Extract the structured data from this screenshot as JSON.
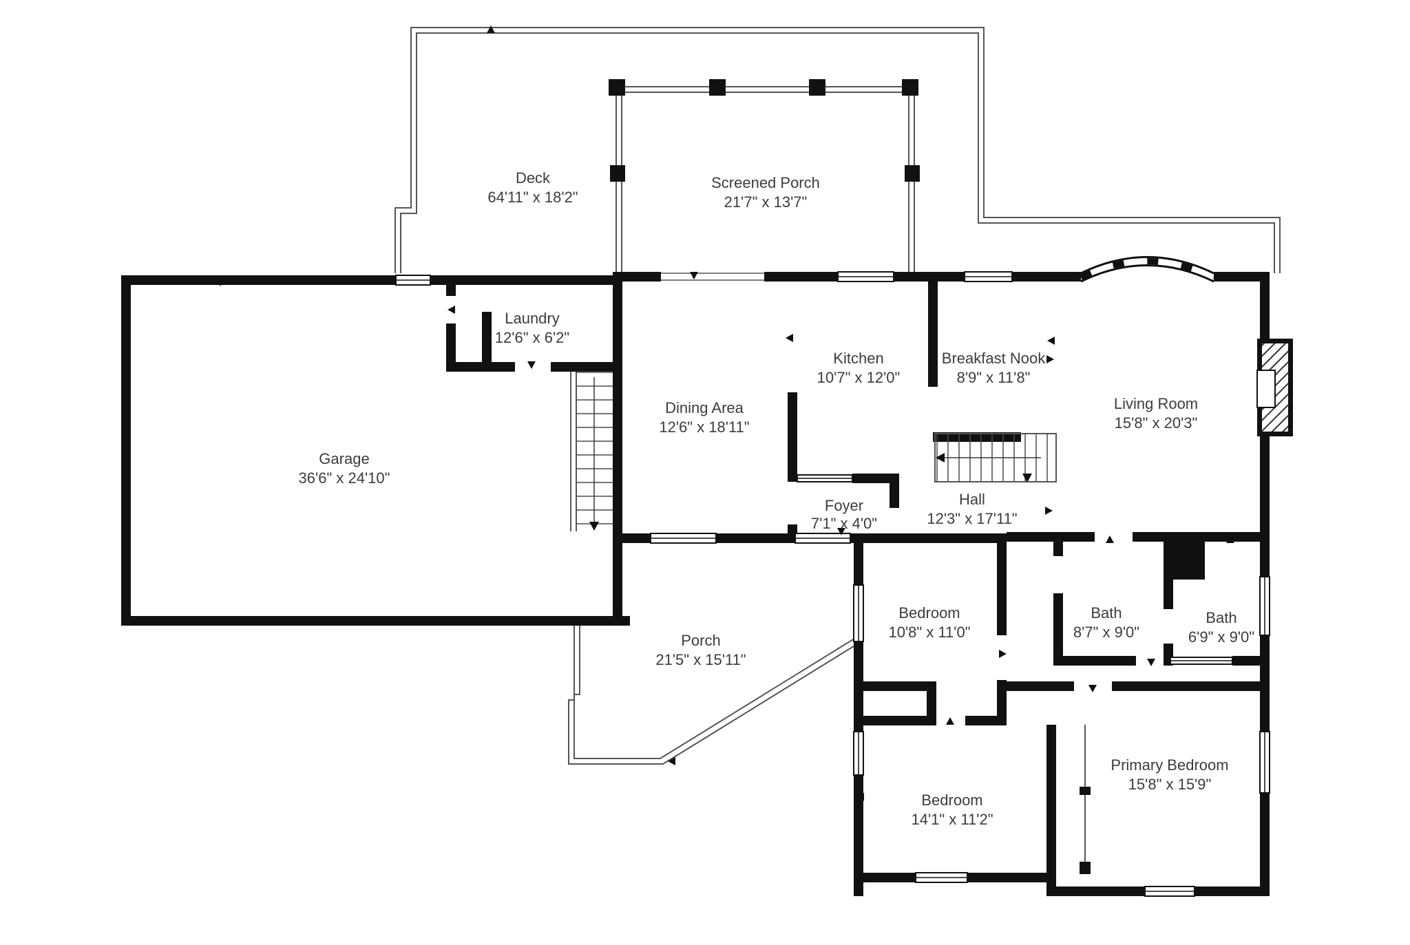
{
  "title": "House floor plan",
  "colors": {
    "wall": "#111111",
    "thin": "#555555",
    "label": "#3c3c3c",
    "bg": "#ffffff"
  },
  "rooms": [
    {
      "name": "Deck",
      "dims": "64'11\" x 18'2\""
    },
    {
      "name": "Screened Porch",
      "dims": "21'7\" x 13'7\""
    },
    {
      "name": "Laundry",
      "dims": "12'6\" x 6'2\""
    },
    {
      "name": "Garage",
      "dims": "36'6\" x 24'10\""
    },
    {
      "name": "Dining Area",
      "dims": "12'6\" x 18'11\""
    },
    {
      "name": "Kitchen",
      "dims": "10'7\" x 12'0\""
    },
    {
      "name": "Breakfast Nook",
      "dims": "8'9\" x 11'8\""
    },
    {
      "name": "Living Room",
      "dims": "15'8\" x 20'3\""
    },
    {
      "name": "Foyer",
      "dims": "7'1\" x 4'0\""
    },
    {
      "name": "Hall",
      "dims": "12'3\" x 17'11\""
    },
    {
      "name": "Bedroom",
      "dims": "10'8\" x 11'0\""
    },
    {
      "name": "Bath",
      "dims": "8'7\" x 9'0\""
    },
    {
      "name": "Bath",
      "dims": "6'9\" x 9'0\""
    },
    {
      "name": "Porch",
      "dims": "21'5\" x 15'11\""
    },
    {
      "name": "Bedroom",
      "dims": "14'1\" x 11'2\""
    },
    {
      "name": "Primary Bedroom",
      "dims": "15'8\" x 15'9\""
    }
  ]
}
